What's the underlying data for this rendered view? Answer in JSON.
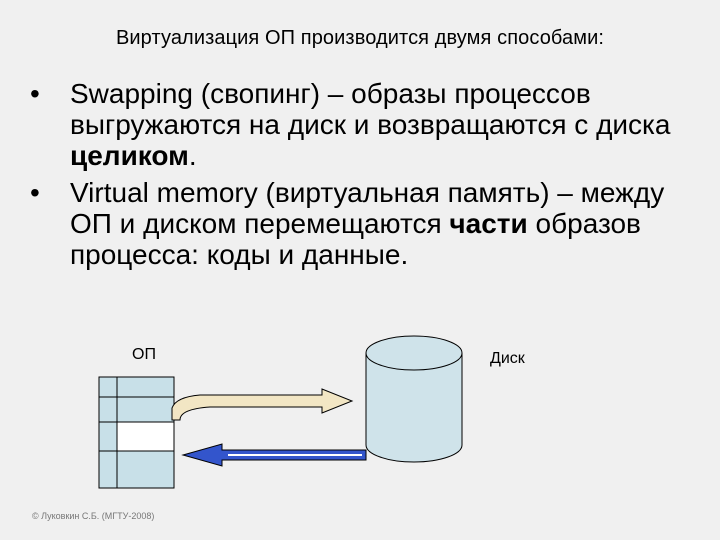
{
  "slide": {
    "title": "Виртуализация ОП  производится двумя способами:",
    "bullets": [
      {
        "bullet_char": "•",
        "parts": [
          "Swapping (свопинг) – образы процессов выгружаются на диск и возвращаются с диска ",
          "целиком",
          "."
        ]
      },
      {
        "bullet_char": "•",
        "parts": [
          "Virtual memory (виртуальная память) – между ОП и диском перемещаются ",
          "части",
          " образов процесса: коды и данные."
        ]
      }
    ],
    "diagram": {
      "memory_label": "ОП",
      "disk_label": "Диск",
      "colors": {
        "arrow_out": "#f2e6c4",
        "arrow_in": "#3355cc",
        "disk_fill": "#cfe3ea",
        "memory_fill": "#c8e0e8"
      }
    },
    "footer": "© Луковкин С.Б. (МГТУ-2008)"
  }
}
